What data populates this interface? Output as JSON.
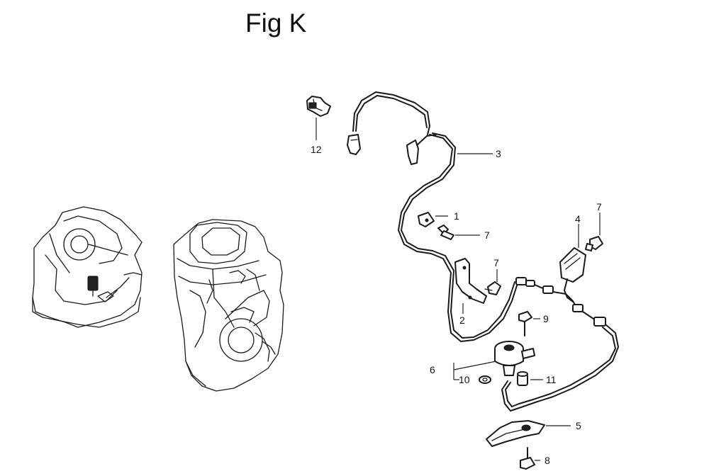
{
  "title": "Fig K",
  "callouts": [
    {
      "id": "1",
      "label": "1"
    },
    {
      "id": "2",
      "label": "2"
    },
    {
      "id": "3",
      "label": "3"
    },
    {
      "id": "4",
      "label": "4"
    },
    {
      "id": "5",
      "label": "5"
    },
    {
      "id": "6",
      "label": "6"
    },
    {
      "id": "7a",
      "label": "7"
    },
    {
      "id": "7b",
      "label": "7"
    },
    {
      "id": "7c",
      "label": "7"
    },
    {
      "id": "8",
      "label": "8"
    },
    {
      "id": "9",
      "label": "9"
    },
    {
      "id": "10",
      "label": "10"
    },
    {
      "id": "11",
      "label": "11"
    },
    {
      "id": "12",
      "label": "12"
    }
  ]
}
